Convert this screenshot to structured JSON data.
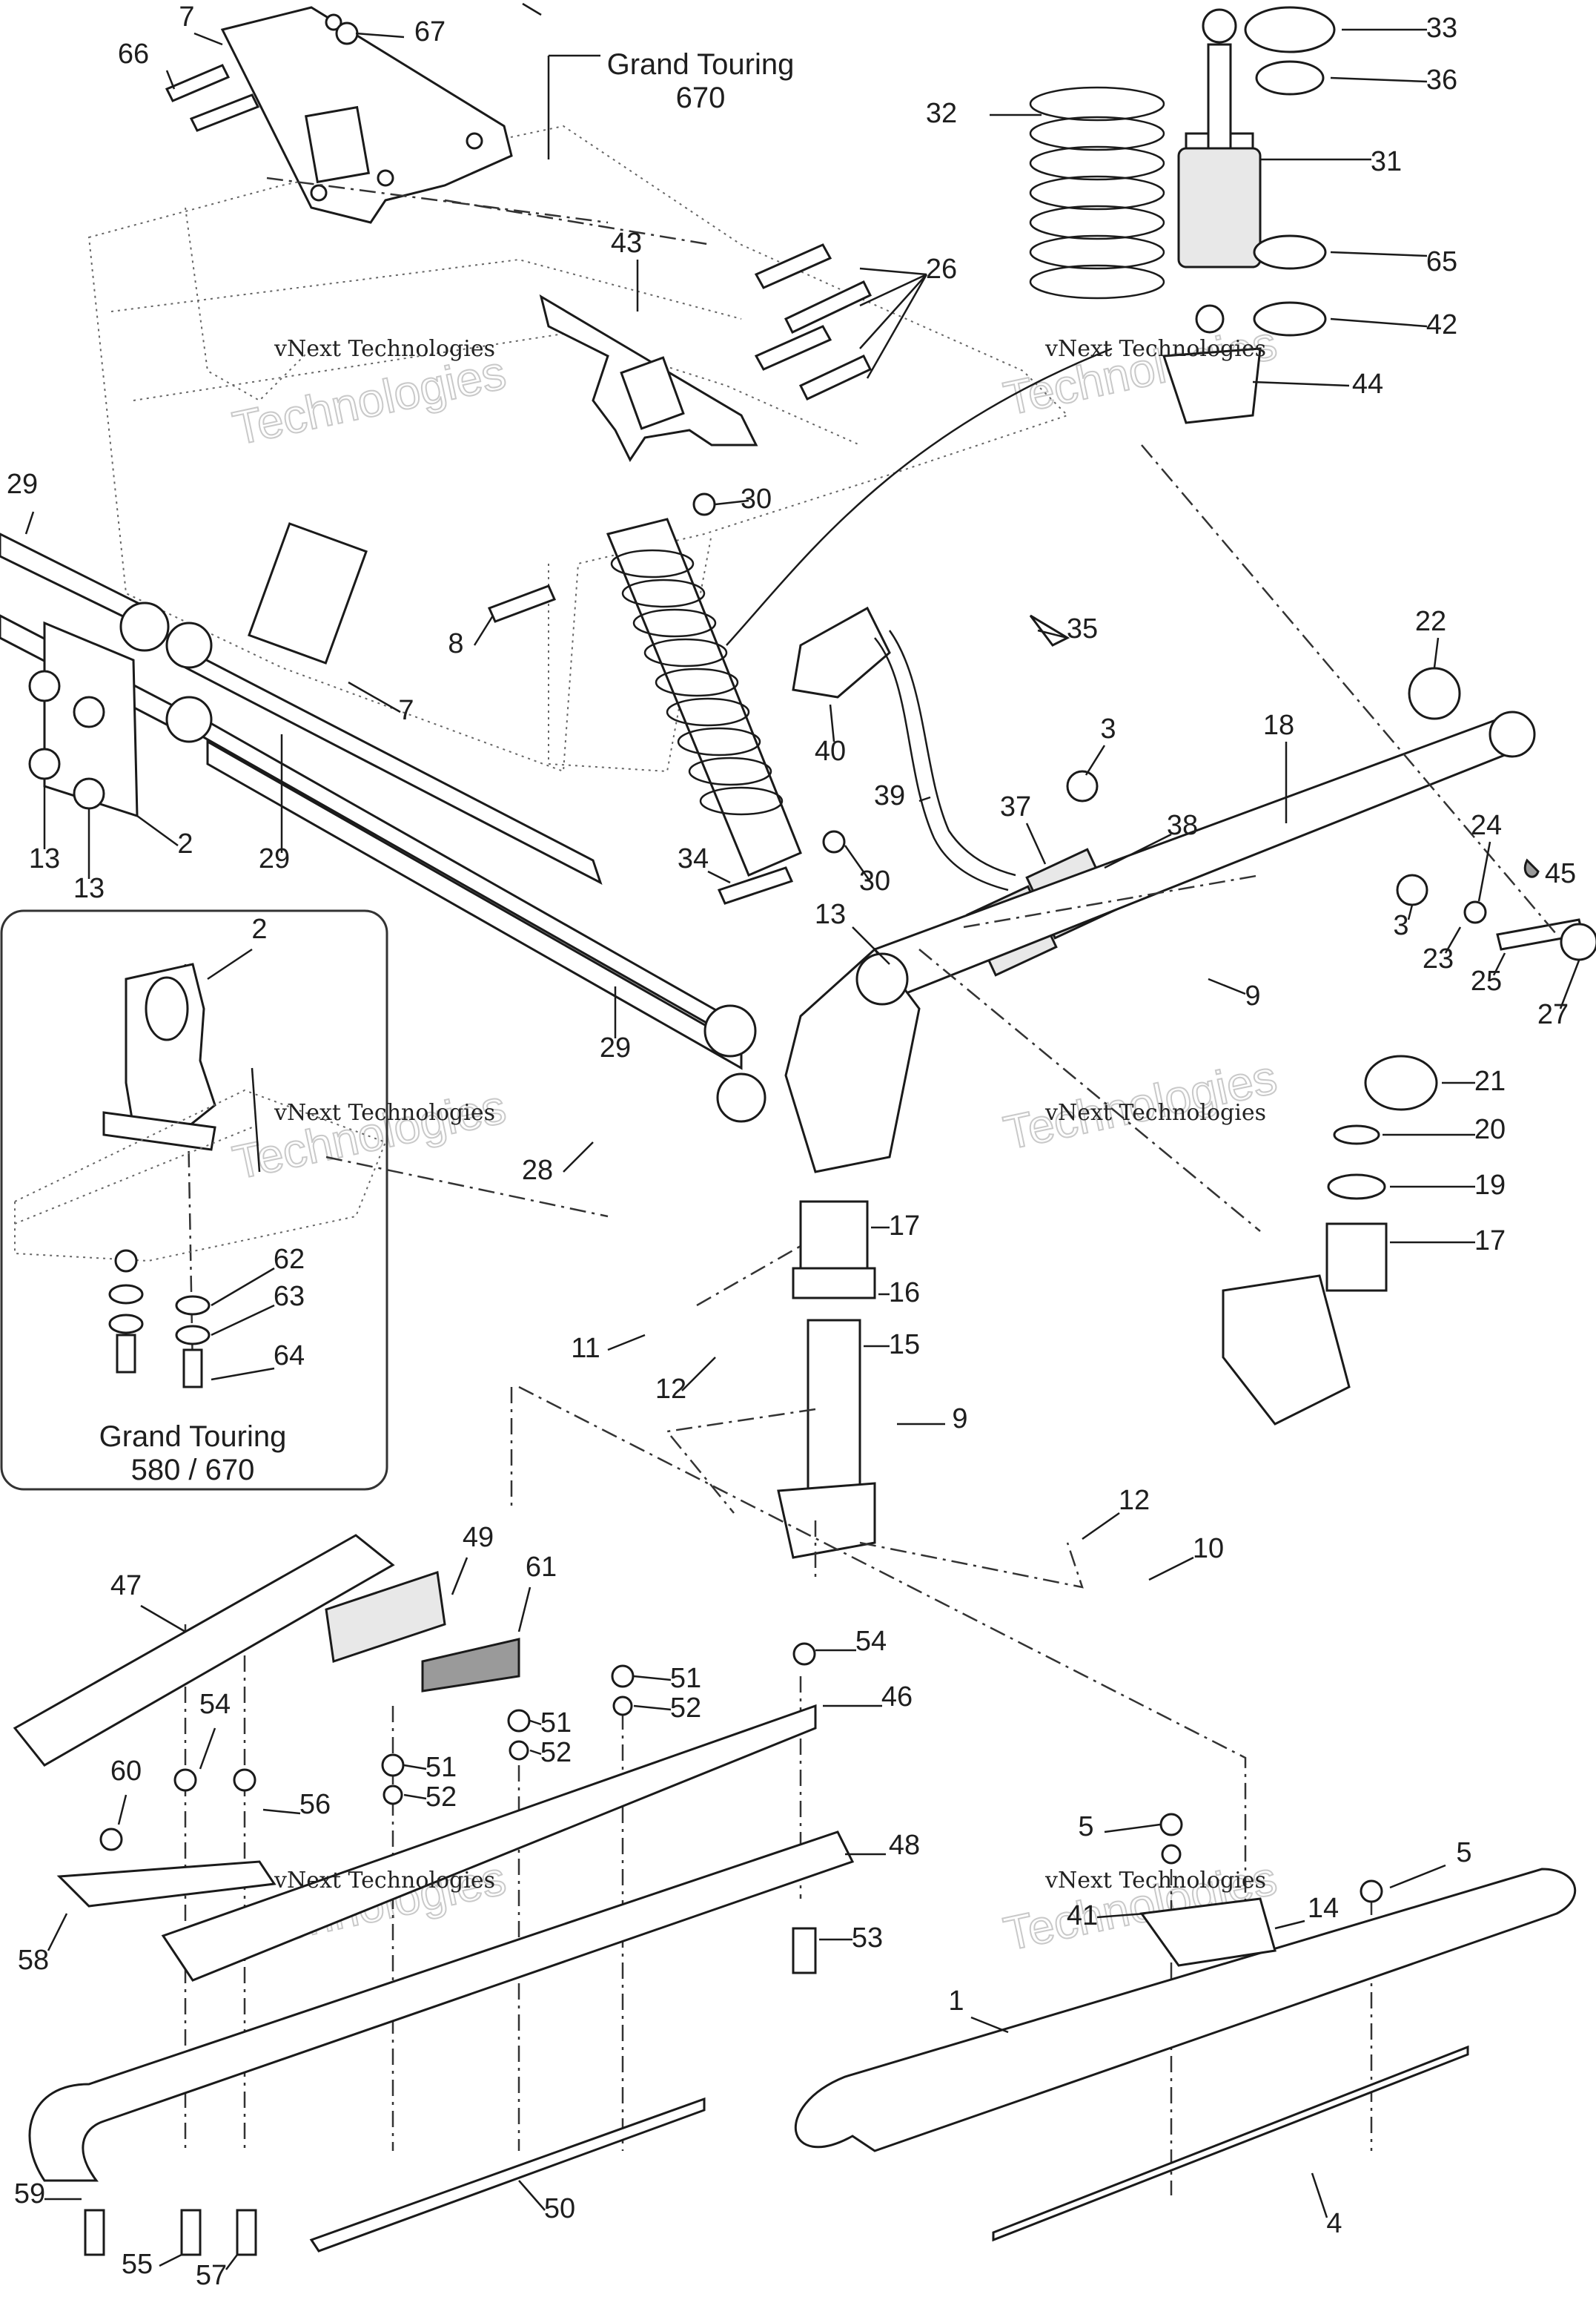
{
  "captions": {
    "grand_touring_670_line1": "Grand Touring",
    "grand_touring_670_line2": "670",
    "grand_touring_580_line1": "Grand Touring",
    "grand_touring_580_line2": "580 / 670"
  },
  "watermark": {
    "line1": "vNext Technologies",
    "big": "Technologies"
  },
  "part_numbers": [
    {
      "id": "7a",
      "text": "7"
    },
    {
      "id": "66",
      "text": "66"
    },
    {
      "id": "67",
      "text": "67"
    },
    {
      "id": "33",
      "text": "33"
    },
    {
      "id": "36",
      "text": "36"
    },
    {
      "id": "32",
      "text": "32"
    },
    {
      "id": "31",
      "text": "31"
    },
    {
      "id": "65",
      "text": "65"
    },
    {
      "id": "42",
      "text": "42"
    },
    {
      "id": "44",
      "text": "44"
    },
    {
      "id": "43",
      "text": "43"
    },
    {
      "id": "26",
      "text": "26"
    },
    {
      "id": "29a",
      "text": "29"
    },
    {
      "id": "30a",
      "text": "30"
    },
    {
      "id": "8",
      "text": "8"
    },
    {
      "id": "7b",
      "text": "7"
    },
    {
      "id": "13a",
      "text": "13"
    },
    {
      "id": "13b",
      "text": "13"
    },
    {
      "id": "2a",
      "text": "2"
    },
    {
      "id": "29b",
      "text": "29"
    },
    {
      "id": "35",
      "text": "35"
    },
    {
      "id": "22",
      "text": "22"
    },
    {
      "id": "40",
      "text": "40"
    },
    {
      "id": "3a",
      "text": "3"
    },
    {
      "id": "18",
      "text": "18"
    },
    {
      "id": "39",
      "text": "39"
    },
    {
      "id": "37",
      "text": "37"
    },
    {
      "id": "38",
      "text": "38"
    },
    {
      "id": "24",
      "text": "24"
    },
    {
      "id": "45",
      "text": "45"
    },
    {
      "id": "34",
      "text": "34"
    },
    {
      "id": "30b",
      "text": "30"
    },
    {
      "id": "3b",
      "text": "3"
    },
    {
      "id": "23",
      "text": "23"
    },
    {
      "id": "25",
      "text": "25"
    },
    {
      "id": "27",
      "text": "27"
    },
    {
      "id": "13c",
      "text": "13"
    },
    {
      "id": "9a",
      "text": "9"
    },
    {
      "id": "2b",
      "text": "2"
    },
    {
      "id": "29c",
      "text": "29"
    },
    {
      "id": "21",
      "text": "21"
    },
    {
      "id": "20",
      "text": "20"
    },
    {
      "id": "28",
      "text": "28"
    },
    {
      "id": "19",
      "text": "19"
    },
    {
      "id": "17a",
      "text": "17"
    },
    {
      "id": "17b",
      "text": "17"
    },
    {
      "id": "62",
      "text": "62"
    },
    {
      "id": "63",
      "text": "63"
    },
    {
      "id": "16",
      "text": "16"
    },
    {
      "id": "11",
      "text": "11"
    },
    {
      "id": "15",
      "text": "15"
    },
    {
      "id": "64",
      "text": "64"
    },
    {
      "id": "12a",
      "text": "12"
    },
    {
      "id": "9b",
      "text": "9"
    },
    {
      "id": "12b",
      "text": "12"
    },
    {
      "id": "10",
      "text": "10"
    },
    {
      "id": "49",
      "text": "49"
    },
    {
      "id": "47",
      "text": "47"
    },
    {
      "id": "61",
      "text": "61"
    },
    {
      "id": "54a",
      "text": "54"
    },
    {
      "id": "51a",
      "text": "51"
    },
    {
      "id": "52a",
      "text": "52"
    },
    {
      "id": "46",
      "text": "46"
    },
    {
      "id": "54b",
      "text": "54"
    },
    {
      "id": "51b",
      "text": "51"
    },
    {
      "id": "52b",
      "text": "52"
    },
    {
      "id": "60",
      "text": "60"
    },
    {
      "id": "51c",
      "text": "51"
    },
    {
      "id": "56",
      "text": "56"
    },
    {
      "id": "52c",
      "text": "52"
    },
    {
      "id": "48",
      "text": "48"
    },
    {
      "id": "5a",
      "text": "5"
    },
    {
      "id": "14",
      "text": "14"
    },
    {
      "id": "5b",
      "text": "5"
    },
    {
      "id": "41",
      "text": "41"
    },
    {
      "id": "58",
      "text": "58"
    },
    {
      "id": "53",
      "text": "53"
    },
    {
      "id": "1",
      "text": "1"
    },
    {
      "id": "59",
      "text": "59"
    },
    {
      "id": "50",
      "text": "50"
    },
    {
      "id": "4",
      "text": "4"
    },
    {
      "id": "55",
      "text": "55"
    },
    {
      "id": "57",
      "text": "57"
    }
  ]
}
